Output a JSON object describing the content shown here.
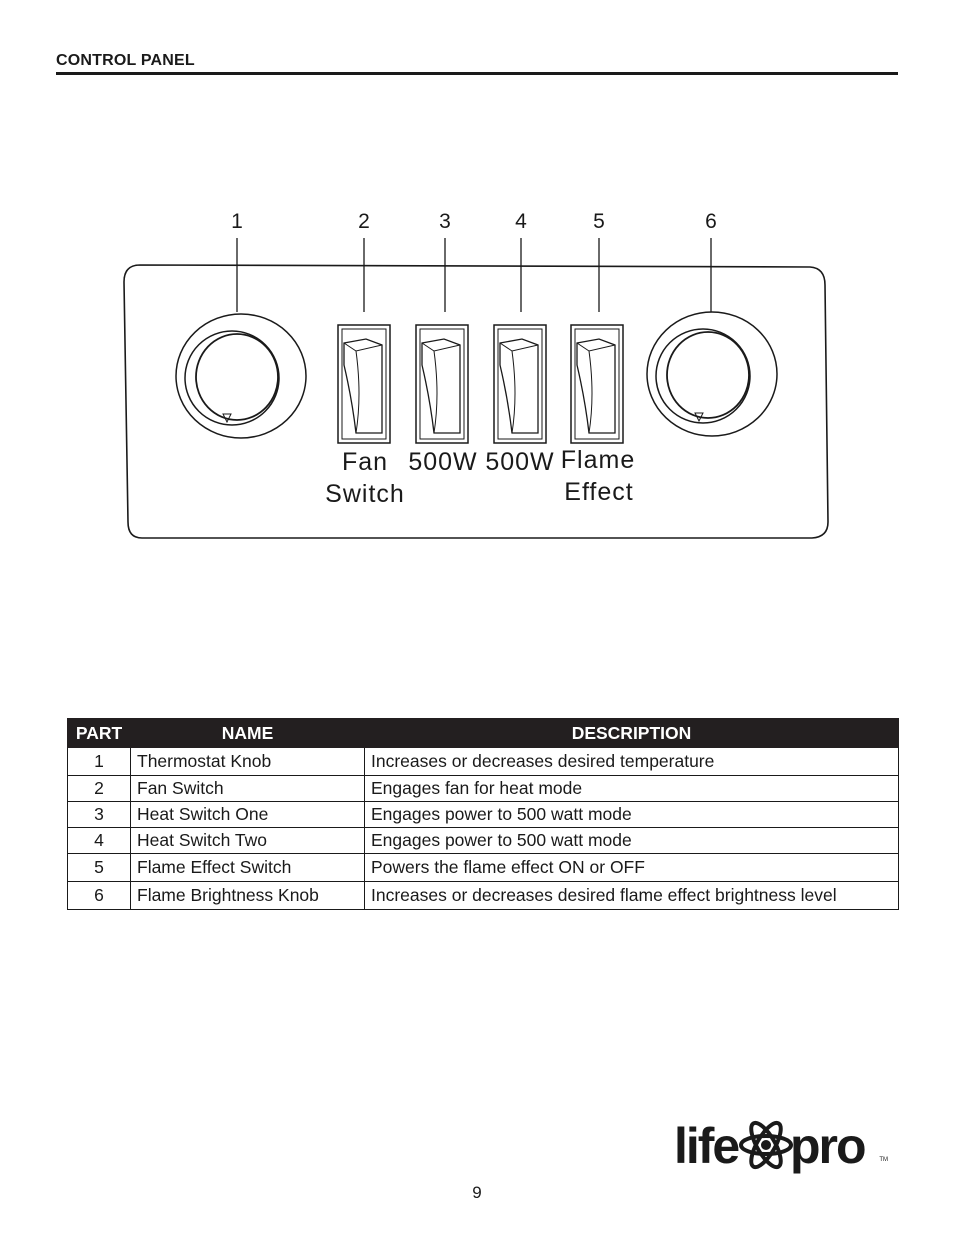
{
  "section": {
    "title": "CONTROL PANEL"
  },
  "diagram": {
    "callouts": [
      "1",
      "2",
      "3",
      "4",
      "5",
      "6"
    ],
    "labels": {
      "fan_line1": "Fan",
      "fan_line2": "Switch",
      "heat_one": "500W",
      "heat_two": "500W",
      "flame_line1": "Flame",
      "flame_line2": "Effect"
    }
  },
  "table": {
    "headers": {
      "part": "PART",
      "name": "NAME",
      "description": "DESCRIPTION"
    },
    "rows": [
      {
        "part": "1",
        "name": "Thermostat Knob",
        "description": "Increases or decreases desired temperature"
      },
      {
        "part": "2",
        "name": "Fan Switch",
        "description": "Engages fan for heat mode"
      },
      {
        "part": "3",
        "name": "Heat Switch One",
        "description": "Engages power to 500 watt mode"
      },
      {
        "part": "4",
        "name": "Heat Switch Two",
        "description": "Engages power to 500 watt mode"
      },
      {
        "part": "5",
        "name": "Flame Effect Switch",
        "description": "Powers the flame effect ON or OFF"
      },
      {
        "part": "6",
        "name": "Flame Brightness Knob",
        "description": "Increases or decreases desired flame effect brightness level"
      }
    ]
  },
  "logo": {
    "text_left": "life",
    "text_right": "pro",
    "trademark": "TM"
  },
  "footer": {
    "page_number": "9"
  }
}
